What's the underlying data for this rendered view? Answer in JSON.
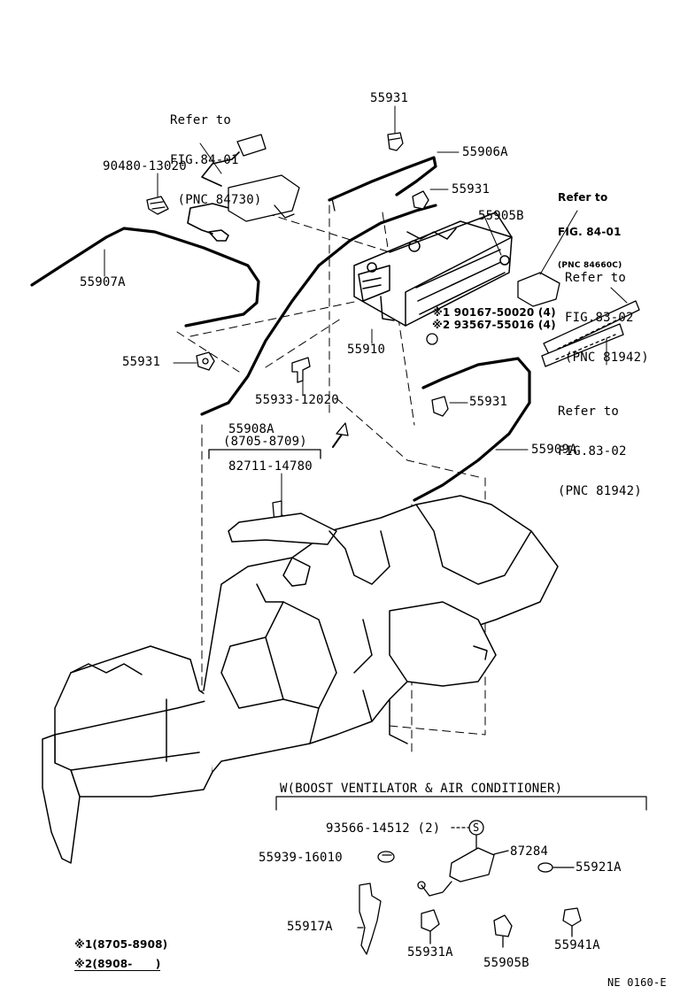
{
  "refs": {
    "r8401a": [
      "Refer to",
      "FIG.84-01",
      " (PNC 84730)"
    ],
    "r8401b": [
      "Refer to",
      "FIG. 84-01",
      "(PNC 84660C)"
    ],
    "r8302a": [
      "Refer to",
      "FIG.83-02",
      "(PNC 81942)"
    ],
    "r8302b": [
      "Refer to",
      "FIG.83-02",
      "(PNC 81942)"
    ]
  },
  "parts": {
    "p55931a": "55931",
    "p55906A": "55906A",
    "p90480": "90480-13020",
    "p55931b": "55931",
    "p55905B": "55905B",
    "p55907A": "55907A",
    "p90167": "※1 90167-50020 (4)",
    "p93567": "※2 93567-55016 (4)",
    "p55910": "55910",
    "p55931c": "55931",
    "p55933": "55933-12020",
    "p55931d": "55931",
    "p55908A": "55908A",
    "p8705": "(8705-8709)",
    "p82711": "82711-14780",
    "p55909A": "55909A"
  },
  "option": {
    "title": "W(BOOST VENTILATOR & AIR CONDITIONER)",
    "p93566": "93566-14512 (2)",
    "s_mark": "S",
    "p87284": "87284",
    "p55939": "55939-16010",
    "p55921A": "55921A",
    "p55917A": "55917A",
    "p55931A": "55931A",
    "p55905B2": "55905B",
    "p55941A": "55941A"
  },
  "footnotes": {
    "n1": "※1(8705-8908)",
    "n2": "※2(8908-      )"
  },
  "figure_code": "NE 0160-E"
}
